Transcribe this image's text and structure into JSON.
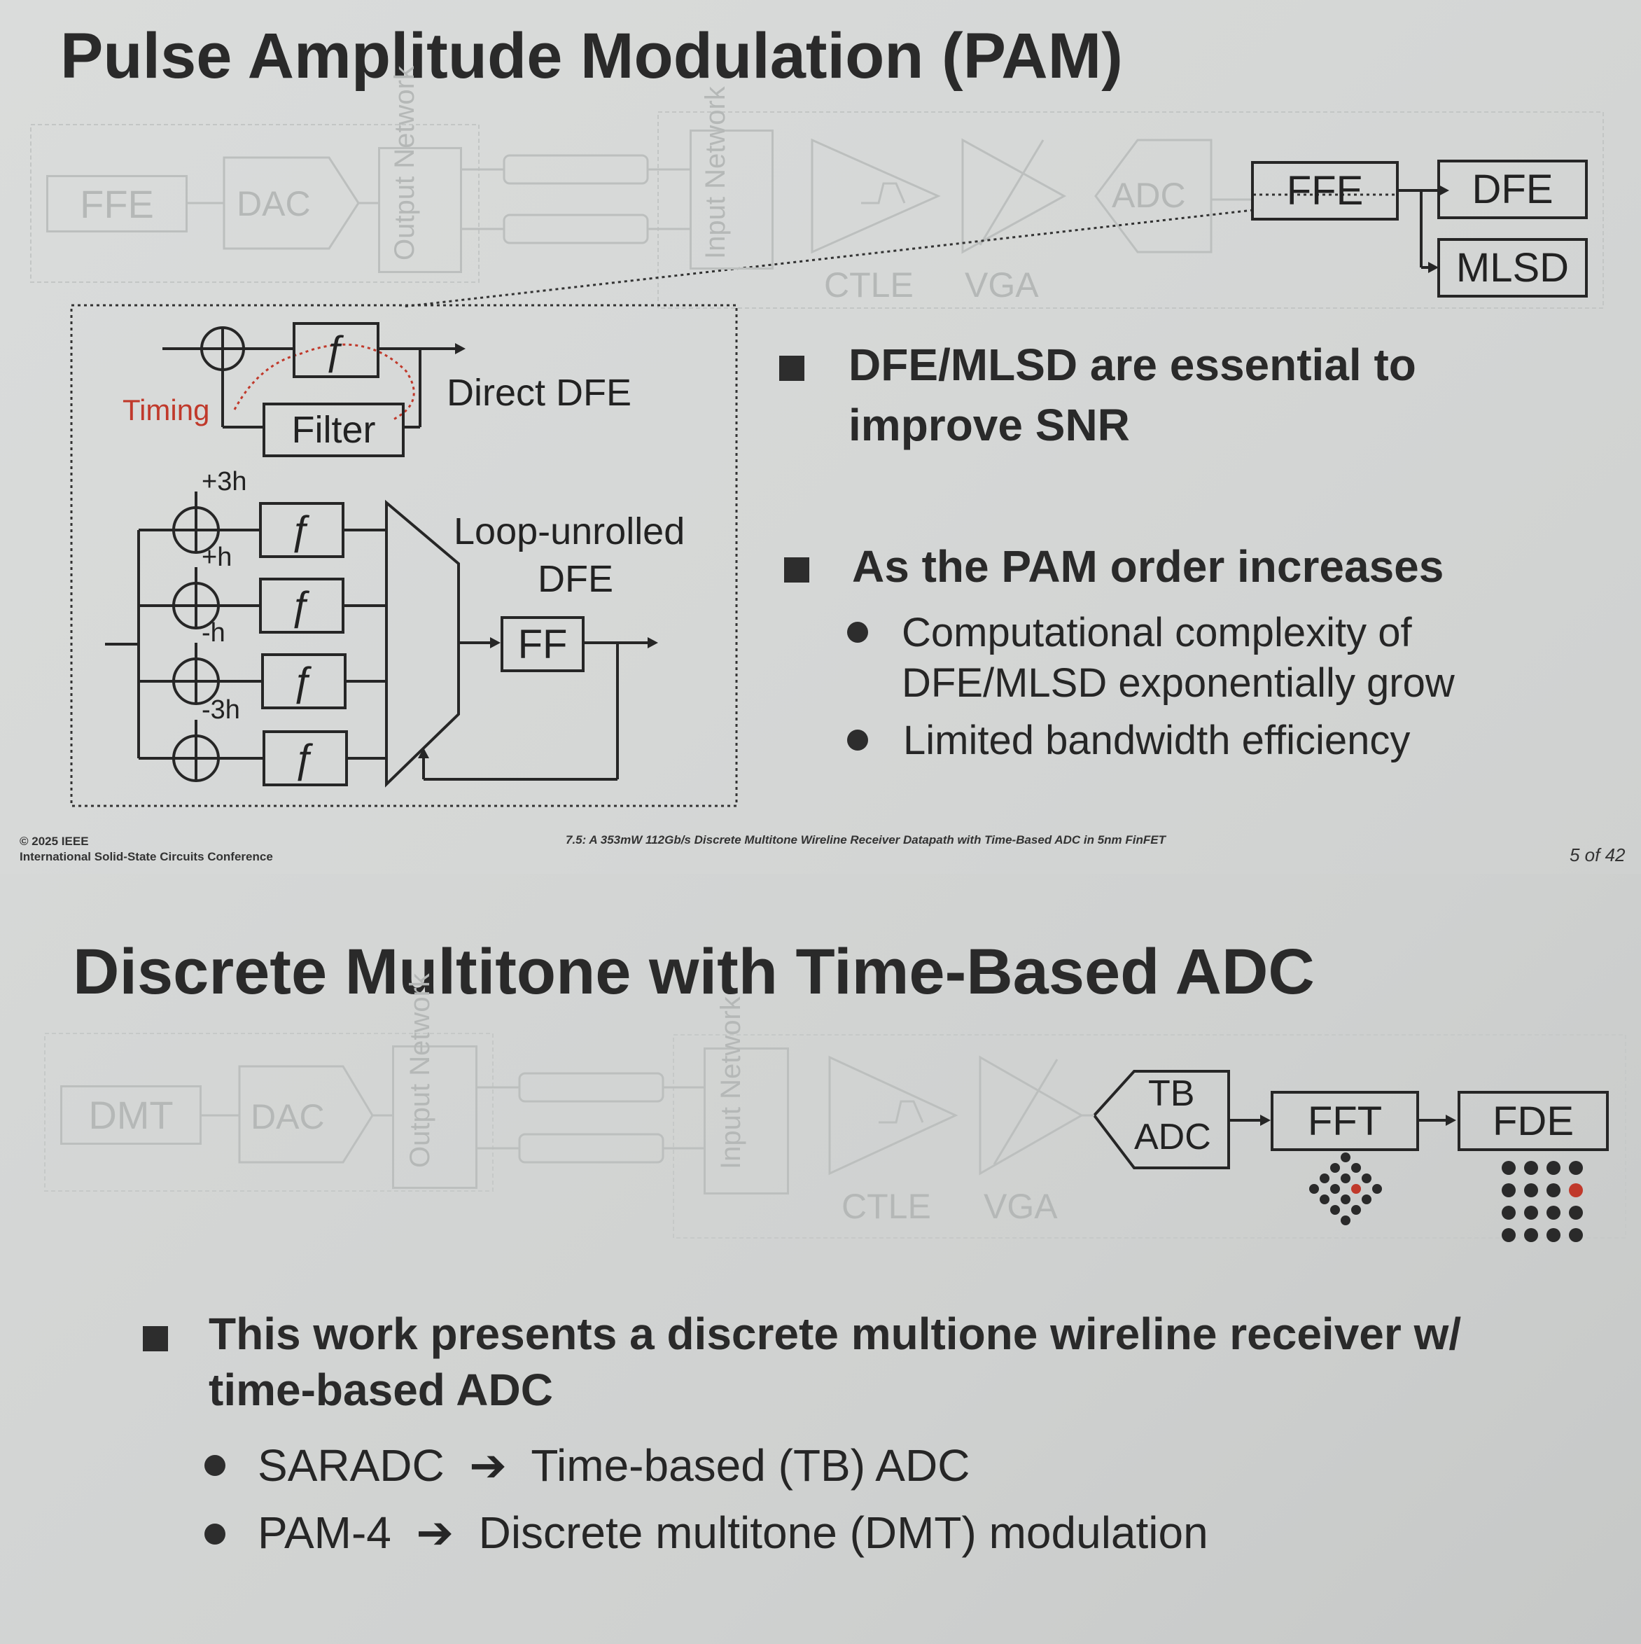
{
  "slide1": {
    "title": "Pulse Amplitude Modulation (PAM)",
    "tx_chain": {
      "ffe": "FFE",
      "dac": "DAC",
      "output_network": "Output Network"
    },
    "rx_chain": {
      "input_network": "Input Network",
      "ctle": "CTLE",
      "vga": "VGA",
      "adc": "ADC"
    },
    "dsp": {
      "ffe": "FFE",
      "dfe": "DFE",
      "mlsd": "MLSD"
    },
    "inset": {
      "timing": "Timing",
      "filter": "Filter",
      "direct_dfe": "Direct DFE",
      "loop_unrolled_dfe_1": "Loop-unrolled",
      "loop_unrolled_dfe_2": "DFE",
      "ff": "FF",
      "taps": [
        "+3h",
        "+h",
        "-h",
        "-3h"
      ],
      "slicer_symbol": "ƒ"
    },
    "bullets": [
      {
        "text_1": "DFE/MLSD are essential to",
        "text_2": "improve SNR"
      },
      {
        "text": "As the PAM order increases",
        "sub": [
          {
            "text_1": "Computational complexity of",
            "text_2": "DFE/MLSD exponentially grow"
          },
          {
            "text": "Limited bandwidth efficiency"
          }
        ]
      }
    ],
    "footer": {
      "copyright": "© 2025 IEEE",
      "conference": "International Solid-State Circuits Conference",
      "paper": "7.5: A 353mW 112Gb/s Discrete Multitone Wireline Receiver Datapath with Time-Based ADC in 5nm FinFET",
      "page": "5 of 42"
    }
  },
  "slide2": {
    "title": "Discrete Multitone with Time-Based ADC",
    "tx_chain": {
      "dmt": "DMT",
      "dac": "DAC",
      "output_network": "Output Network"
    },
    "rx_chain": {
      "input_network": "Input Network",
      "ctle": "CTLE",
      "vga": "VGA"
    },
    "dsp": {
      "tb_adc_1": "TB",
      "tb_adc_2": "ADC",
      "fft": "FFT",
      "fde": "FDE"
    },
    "bullets": [
      {
        "text_1": "This work presents a discrete multione wireline receiver w/",
        "text_2": "time-based ADC",
        "sub": [
          {
            "left": "SARADC",
            "right": "Time-based (TB) ADC"
          },
          {
            "left": "PAM-4",
            "right": "Discrete multitone (DMT) modulation"
          }
        ]
      }
    ]
  },
  "colors": {
    "accent_red": "#c0392b",
    "ink": "#262626",
    "faint": "#b5b8b7"
  }
}
